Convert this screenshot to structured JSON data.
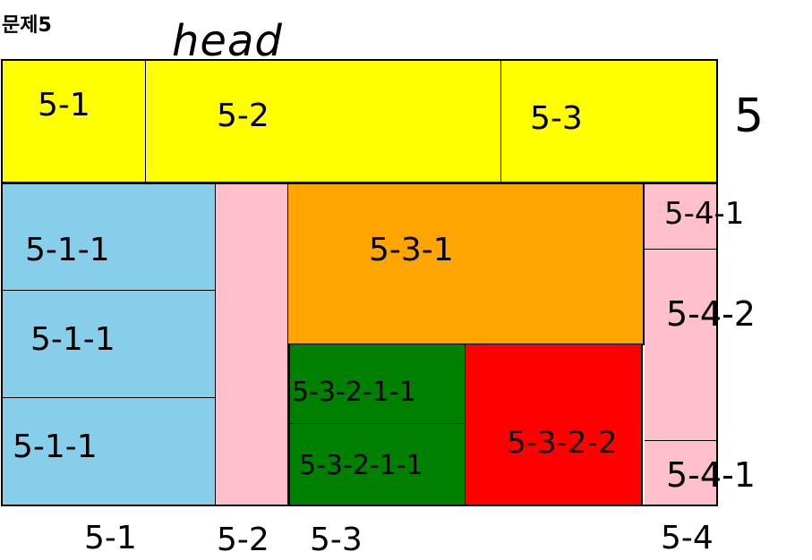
{
  "title": "문제5",
  "annotation_top": "head",
  "annotation_side": "5",
  "colors": {
    "yellow": "#ffff00",
    "blue": "#87ceeb",
    "pink": "#ffc0cb",
    "orange": "#ffa500",
    "green": "#008000",
    "red": "#ff0000"
  },
  "header": {
    "cells": [
      "5-1",
      "5-2",
      "5-3"
    ]
  },
  "body": {
    "blue": [
      "5-1-1",
      "5-1-1",
      "5-1-1"
    ],
    "orange": "5-3-1",
    "green": [
      "5-3-2-1-1",
      "5-3-2-1-1"
    ],
    "red": "5-3-2-2",
    "pink_right": [
      "5-4-1",
      "5-4-2",
      "5-4-1"
    ]
  },
  "bottom_labels": [
    "5-1",
    "5-2",
    "5-3",
    "5-4"
  ]
}
